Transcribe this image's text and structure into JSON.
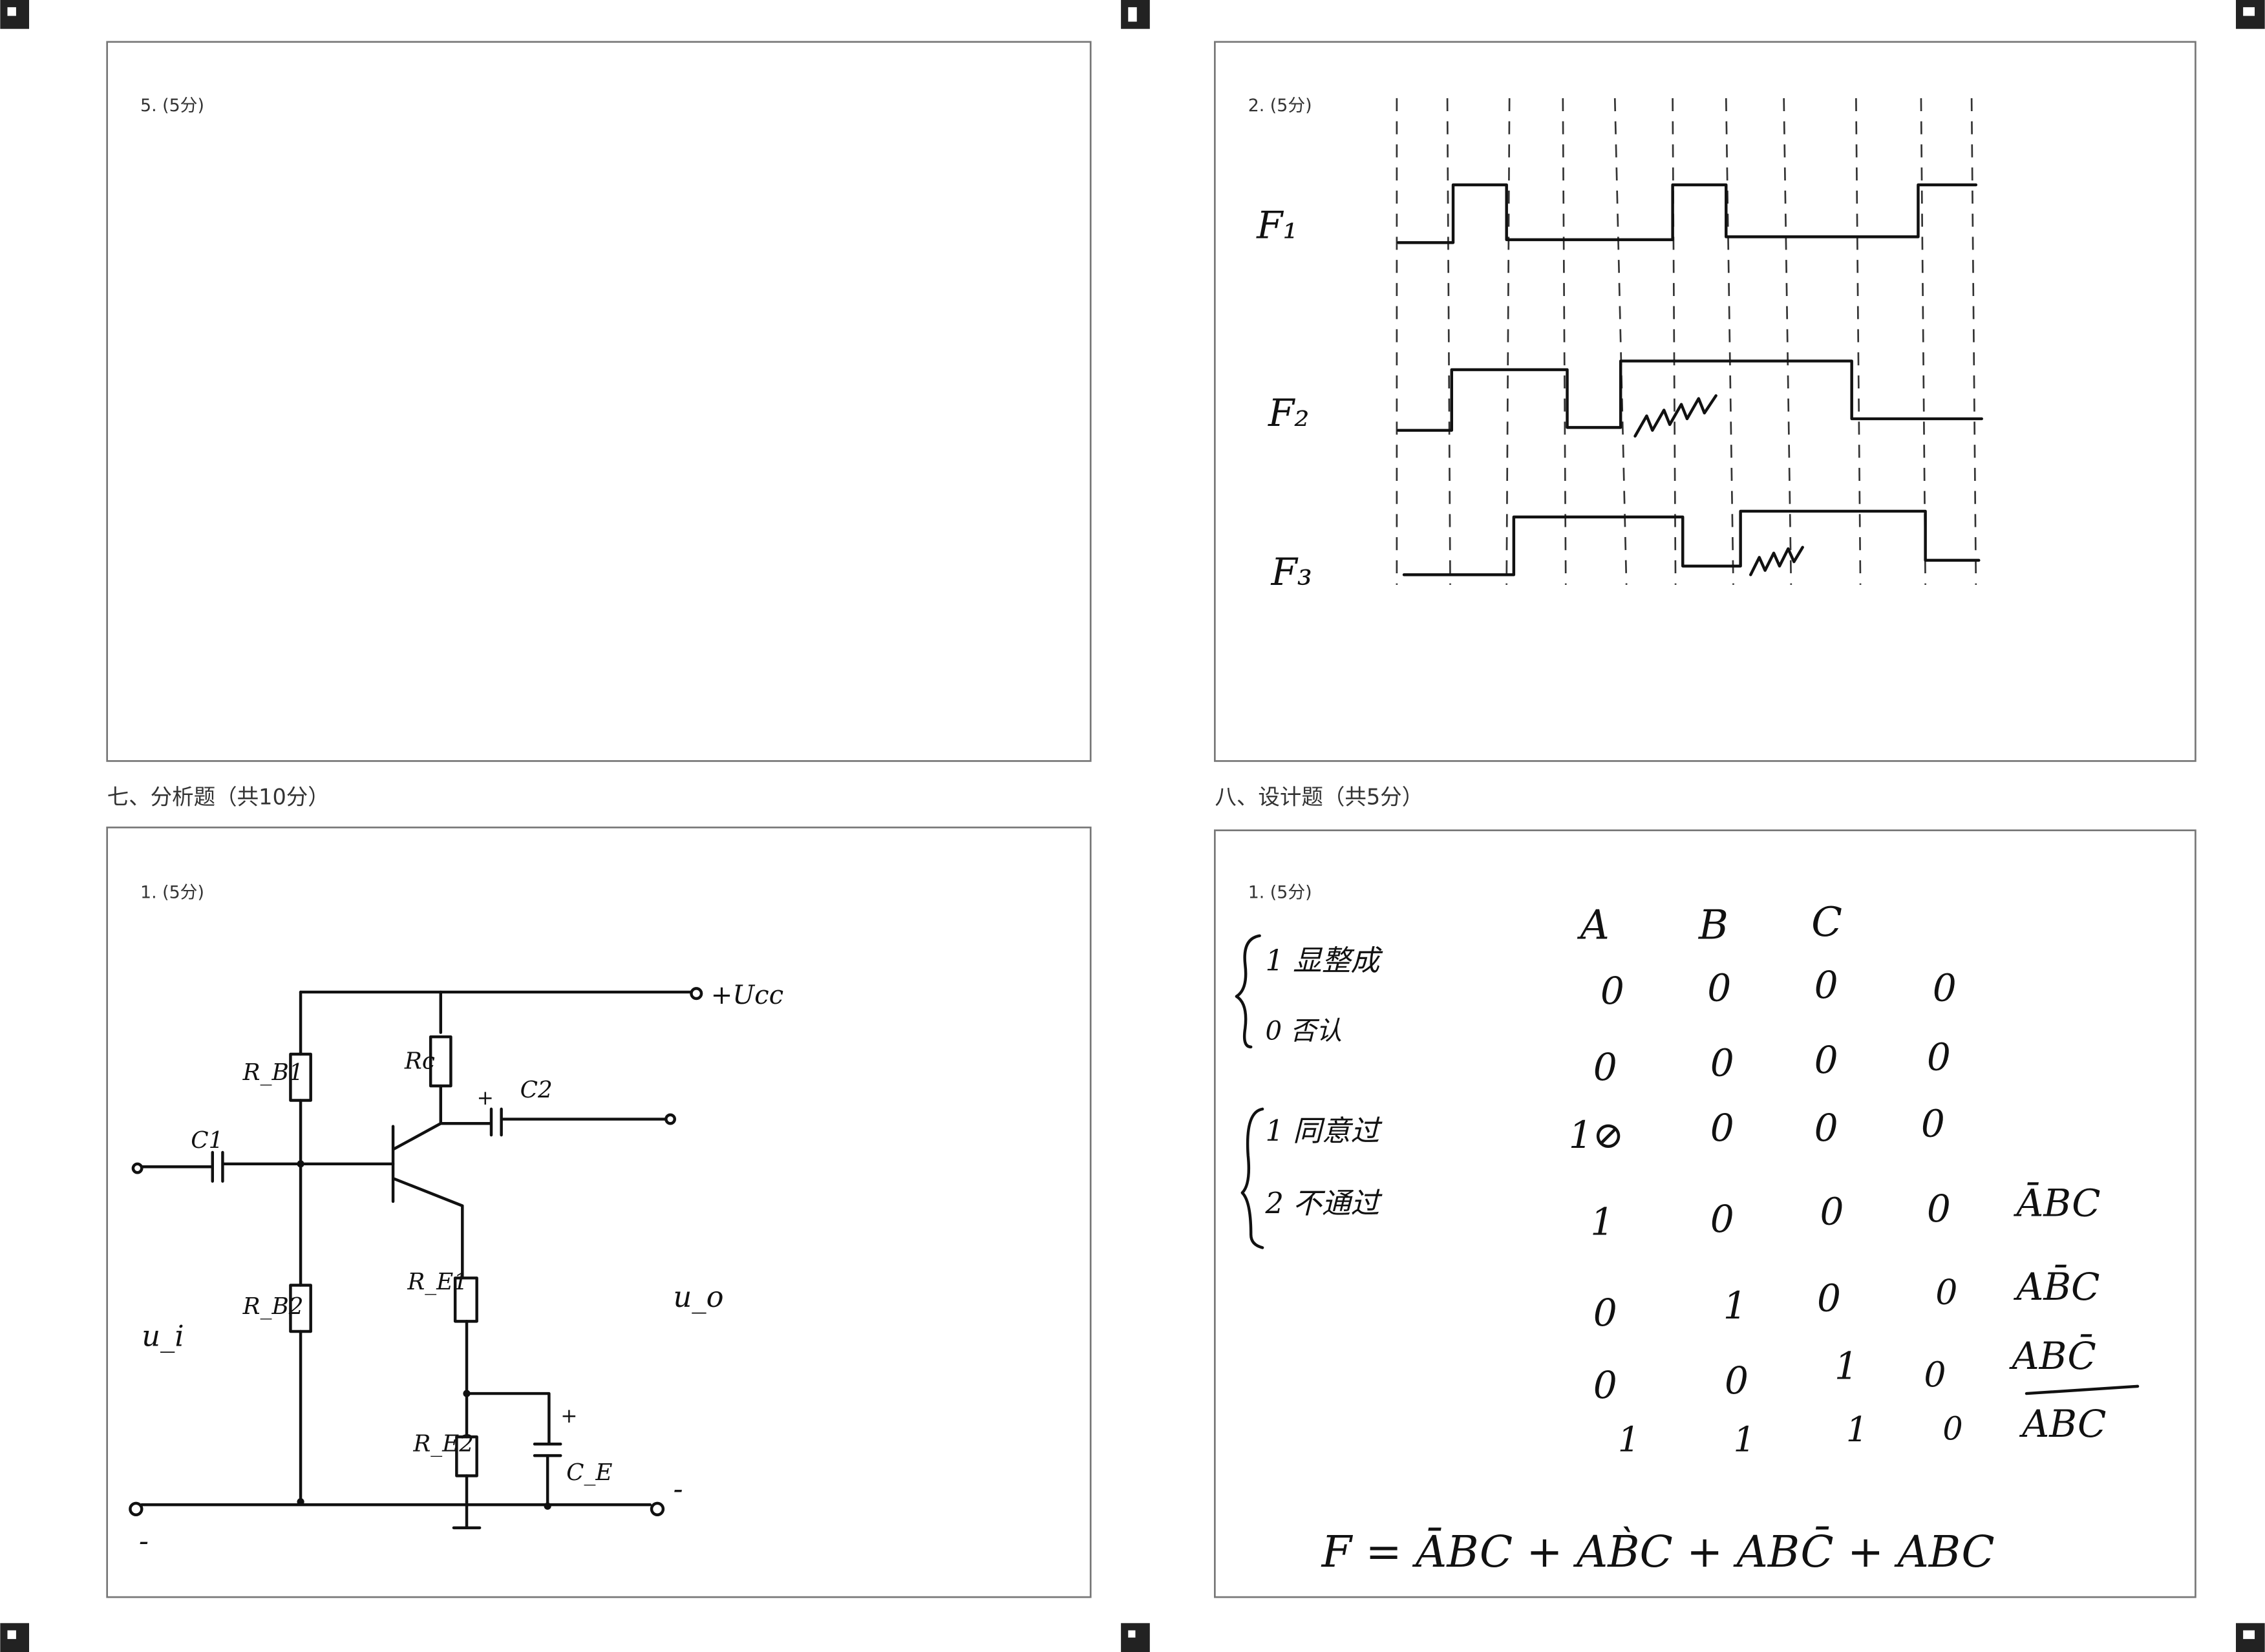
{
  "sections": {
    "seven_title": "七、分析题（共10分）",
    "eight_title": "八、设计题（共5分）"
  },
  "panels": {
    "top_left": {
      "label": "5. (5分)"
    },
    "top_right": {
      "label": "2. (5分)"
    },
    "bottom_left": {
      "label": "1. (5分)"
    },
    "bottom_right": {
      "label": "1. (5分)"
    }
  },
  "waveforms": {
    "labels": [
      "F₁",
      "F₂",
      "F₃"
    ]
  },
  "circuit": {
    "labels": {
      "ucc": "+Ucc",
      "rb1": "R_B1",
      "rb2": "R_B2",
      "rc": "Rc",
      "c1": "C1",
      "c2": "C2",
      "re1": "R_E1",
      "re2": "R_E2",
      "ce": "C_E",
      "ui": "u_i",
      "uo": "u_o",
      "minus_left": "-",
      "minus_right": "-",
      "plus_c2": "+",
      "plus_ce": "+"
    }
  },
  "design": {
    "notes": [
      "1 显整成",
      "0 否认",
      "1 同意过",
      "2 不通过"
    ],
    "headers": [
      "A",
      "B",
      "C"
    ],
    "rows": [
      {
        "cells": [
          "0",
          "0",
          "0",
          "0"
        ],
        "term": ""
      },
      {
        "cells": [
          "0",
          "0",
          "0",
          "0"
        ],
        "term": ""
      },
      {
        "cells": [
          "1⊘",
          "0",
          "0",
          "0"
        ],
        "term": ""
      },
      {
        "cells": [
          "1",
          "0",
          "0",
          "0"
        ],
        "term": "ĀBC"
      },
      {
        "cells": [
          "0",
          "1",
          "0",
          "0"
        ],
        "term": "AB̄C"
      },
      {
        "cells": [
          "0",
          "0",
          "1",
          "0"
        ],
        "term": "ABC̄"
      },
      {
        "cells": [
          "1",
          "1",
          "1",
          "0"
        ],
        "term": "ABC"
      }
    ],
    "formula": "F = ĀBC + AB̀C + ABC̄ + ABC"
  }
}
